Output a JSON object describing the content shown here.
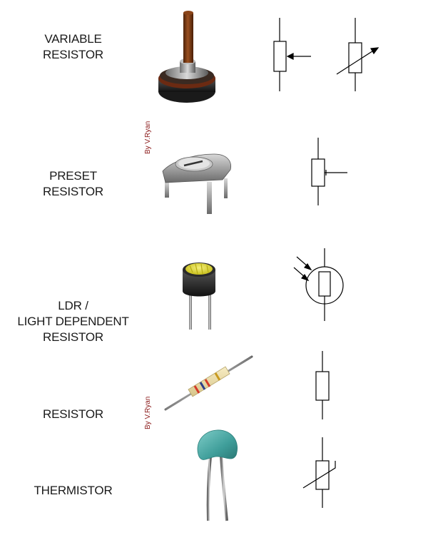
{
  "rows": [
    {
      "id": "variable-resistor",
      "label_lines": [
        "VARIABLE",
        "RESISTOR"
      ]
    },
    {
      "id": "preset-resistor",
      "label_lines": [
        "PRESET",
        "RESISTOR"
      ]
    },
    {
      "id": "ldr",
      "label_lines": [
        "LDR /",
        "LIGHT DEPENDENT",
        "RESISTOR"
      ]
    },
    {
      "id": "resistor",
      "label_lines": [
        "RESISTOR"
      ]
    },
    {
      "id": "thermistor",
      "label_lines": [
        "THERMISTOR"
      ]
    }
  ],
  "credit": "By V.Ryan",
  "colors": {
    "credit": "#8b1a1a",
    "symbol_stroke": "#000000",
    "ldr_window": "#e8e23a",
    "thermistor_body": "#4aa7a3",
    "shaft": "#7a3b12"
  }
}
